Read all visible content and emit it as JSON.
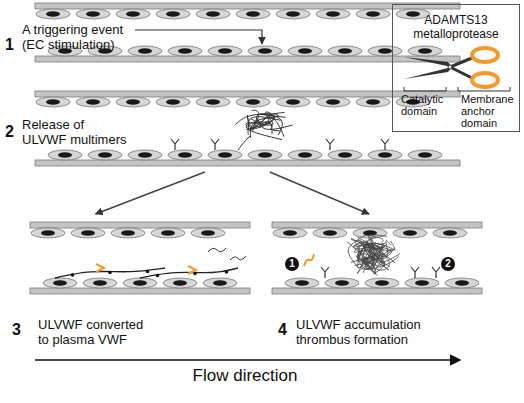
{
  "diagram": {
    "nodes": [
      {
        "text": [
          "1",
          "A triggering event (EC stimulation)"
        ]
      },
      {
        "text": [
          "2",
          "Release of ULVWF multimers"
        ]
      },
      {
        "text": [
          "3",
          "ULVWF converted to plasma VWF"
        ]
      },
      {
        "text": [
          "4",
          "ULVWF accumulation thrombus formation"
        ]
      },
      {
        "text": [
          "ADAMTS13 metalloprotease",
          "Catalytic domain",
          "Membrane anchor domain"
        ]
      }
    ],
    "edges": [
      {
        "from": 1,
        "to": 2,
        "arrow": "to"
      },
      {
        "from": 1,
        "to": 3,
        "arrow": "to"
      }
    ],
    "labels": [
      "1",
      "2",
      "Flow direction"
    ]
  }
}
